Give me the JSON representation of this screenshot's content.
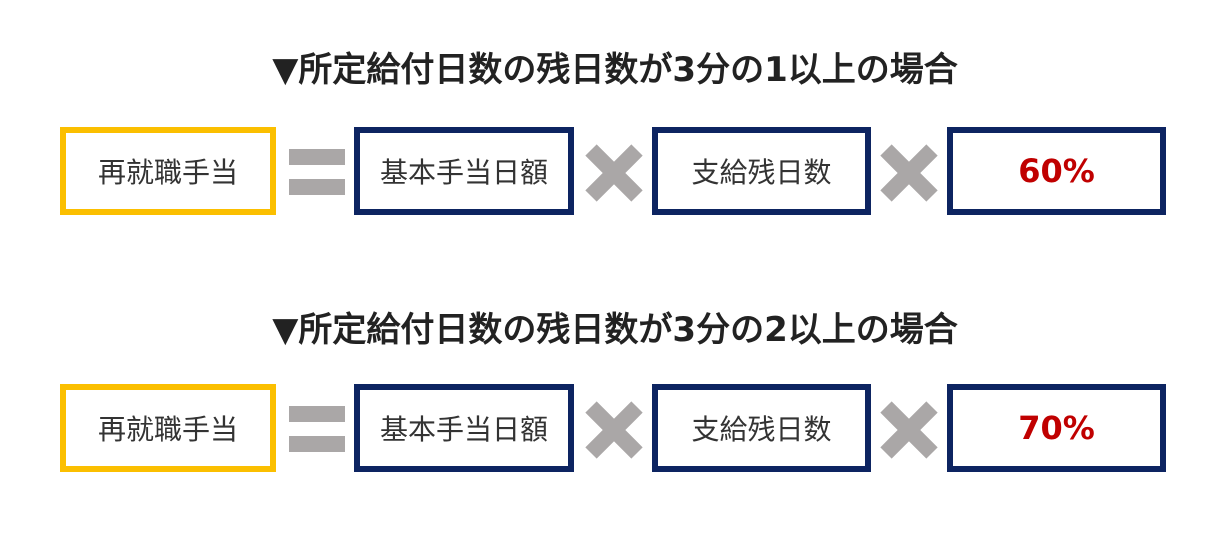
{
  "rows": [
    {
      "title": "▼所定給付日数の残日数が3分の1以上の場合",
      "result": "再就職手当",
      "base": "基本手当日額",
      "days": "支給残日数",
      "rate": "60%"
    },
    {
      "title": "▼所定給付日数の残日数が3分の2以上の場合",
      "result": "再就職手当",
      "base": "基本手当日額",
      "days": "支給残日数",
      "rate": "70%"
    }
  ],
  "colors": {
    "result_border": "#fbbf00",
    "box_border": "#0d2461",
    "rate_text": "#c00000",
    "operator": "#aaa7a7"
  }
}
